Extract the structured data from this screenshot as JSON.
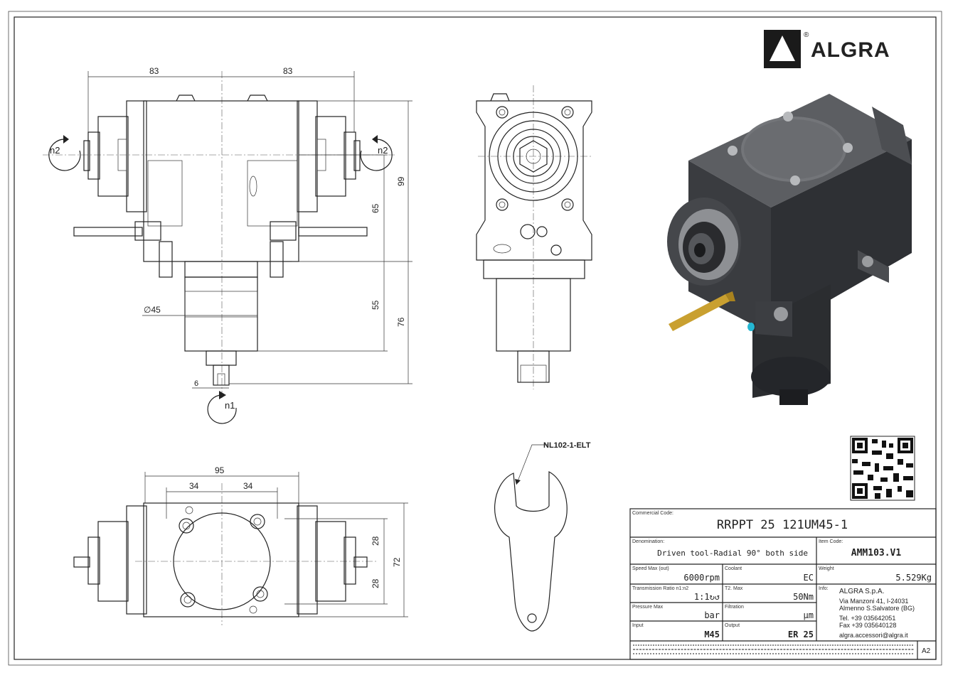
{
  "brand": {
    "name": "ALGRA",
    "registered": "®"
  },
  "views": {
    "front": {
      "dims": {
        "left_width": "83",
        "right_width": "83",
        "height_65": "65",
        "height_99": "99",
        "height_55": "55",
        "height_76": "76",
        "dia_45": "∅45",
        "shank_6": "6"
      },
      "rotation_labels": {
        "left": "n2",
        "right": "n2",
        "bottom": "n1"
      }
    },
    "bottom": {
      "dims": {
        "width_95": "95",
        "half_34_left": "34",
        "half_34_right": "34",
        "height_28_top": "28",
        "height_28_bottom": "28",
        "height_72": "72"
      }
    },
    "wrench": {
      "callout": "NL102-1-ELT"
    }
  },
  "title_block": {
    "commercial_code_label": "Commercial Code:",
    "commercial_code": "RRPPT 25 121UM45-1",
    "denomination_label": "Denomination:",
    "denomination": "Driven tool-Radial 90° both side",
    "item_code_label": "Item Code:",
    "item_code": "AMM103.V1",
    "speed_label": "Speed Max (out)",
    "speed": "6000rpm",
    "coolant_label": "Coolant",
    "coolant": "EC",
    "weight_label": "Weight",
    "weight": "5.529Kg",
    "ratio_label": "Transmission Ratio n1:n2",
    "ratio": "1:1↻↺",
    "torque_label": "T2. Max",
    "torque": "50Nm",
    "pressure_label": "Pressure Max",
    "pressure": "bar",
    "filtration_label": "Filtration",
    "filtration": "µm",
    "input_label": "Input",
    "input": "M45",
    "output_label": "Output",
    "output": "ER 25",
    "info_label": "Info:",
    "info_company": "ALGRA S.p.A.",
    "info_address1": "Via Manzoni 41, I-24031",
    "info_address2": "Almenno S.Salvatore (BG)",
    "info_tel": "Tel. +39 035642051",
    "info_fax": "Fax +39 035640128",
    "info_email": "algra.accessori@algra.it",
    "sheet_size": "A2"
  }
}
